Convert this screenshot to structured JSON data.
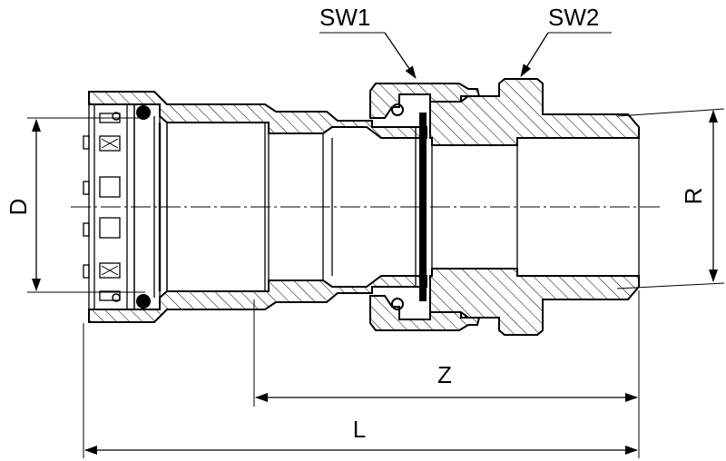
{
  "labels": {
    "sw1": "SW1",
    "sw2": "SW2",
    "d": "D",
    "r": "R",
    "z": "Z",
    "l": "L"
  }
}
